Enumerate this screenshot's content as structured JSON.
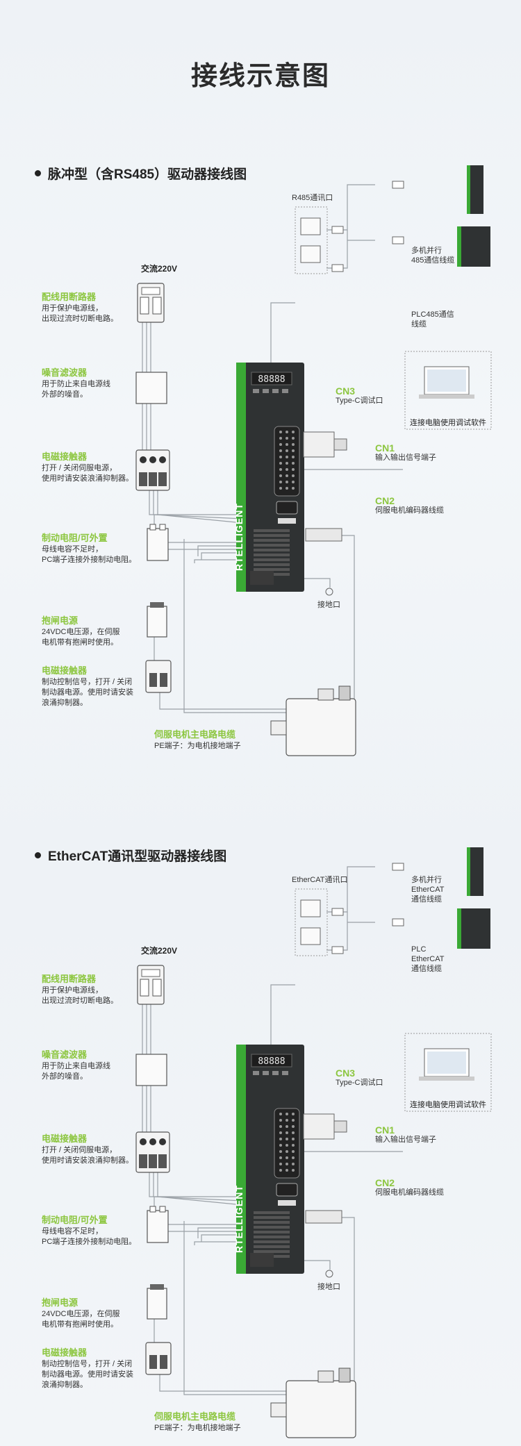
{
  "page_title": "接线示意图",
  "sections": [
    {
      "heading": "脉冲型（含RS485）驱动器接线图",
      "ac_label": "交流220V",
      "port_label": "R485通讯口",
      "right_top_label": "多机并行\n485通信线缆",
      "right_bottom_label": "PLC485通信\n线缆",
      "display": "88888",
      "brand": "RTELLIGENT"
    },
    {
      "heading": "EtherCAT通讯型驱动器接线图",
      "ac_label": "交流220V",
      "port_label": "EtherCAT通讯口",
      "right_top_label": "多机并行\nEtherCAT\n通信线缆",
      "right_bottom_label": "PLC\nEtherCAT\n通信线缆",
      "display": "88888",
      "brand": "RTELLIGENT"
    }
  ],
  "components": {
    "breaker": {
      "title": "配线用断路器",
      "desc": "用于保护电源线，\n出现过流时切断电路。"
    },
    "filter": {
      "title": "噪音滤波器",
      "desc": "用于防止来自电源线\n外部的噪音。"
    },
    "contactor": {
      "title": "电磁接触器",
      "desc": "打开 / 关闭伺服电源，\n使用时请安装浪涌抑制器。"
    },
    "brake_resistor": {
      "title": "制动电阻/可外置",
      "desc": "母线电容不足时，\nPC端子连接外接制动电阻。"
    },
    "brake_power": {
      "title": "抱闸电源",
      "desc": "24VDC电压源，在伺服\n电机带有抱闸时使用。"
    },
    "brake_contactor": {
      "title": "电磁接触器",
      "desc": "制动控制信号，打开 / 关闭\n制动器电源。使用时请安装\n浪涌抑制器。"
    },
    "motor_cable": {
      "title": "伺服电机主电路电缆",
      "desc": "PE端子：为电机接地端子"
    },
    "cn3": {
      "title": "CN3",
      "desc": "Type-C调试口"
    },
    "cn1": {
      "title": "CN1",
      "desc": "输入输出信号端子"
    },
    "cn2": {
      "title": "CN2",
      "desc": "伺服电机编码器线缆"
    },
    "debug_software": "连接电脑使用调试软件",
    "ground": "接地口"
  },
  "colors": {
    "accent": "#8cc63f",
    "driver_body": "#2f3233",
    "driver_stripe": "#3aa935"
  }
}
